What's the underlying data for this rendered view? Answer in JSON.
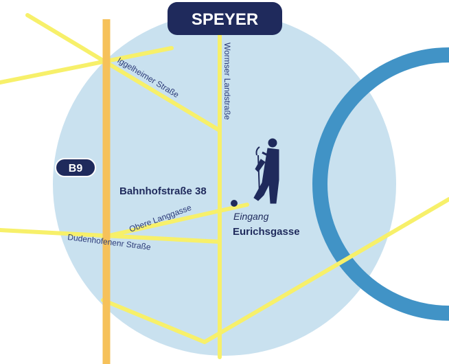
{
  "map": {
    "city_badge": "SPEYER",
    "highway_badge": "B9",
    "streets": {
      "iggelheimer": "Iggelheimer Straße",
      "wormser": "Wormser Landstraße",
      "obere_langgasse": "Obere Langgasse",
      "dudenhofener": "Dudenhofenenr Straße"
    },
    "destination": {
      "address": "Bahnhofstraße 38",
      "entrance": "Eingang",
      "entrance_street": "Eurichsgasse"
    },
    "icons": {
      "location_marker": "dot-marker-icon",
      "mascot": "hockey-figure-icon"
    },
    "colors": {
      "circle_area": "#c9e1ef",
      "ring_road": "#4193c6",
      "roads": "#f7f06a",
      "highway": "#f6c15a",
      "badge_fill": "#1f2a5c",
      "label_text": "#1f2a5c"
    }
  }
}
